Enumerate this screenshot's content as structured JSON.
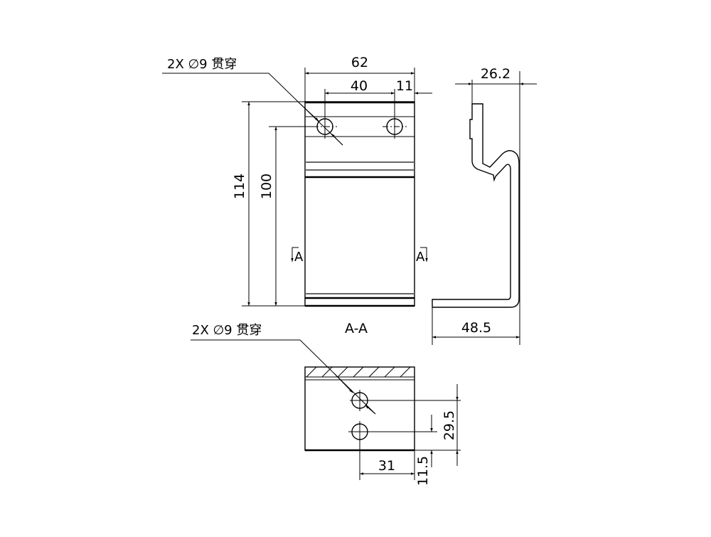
{
  "front_view": {
    "hole_note": "2X ∅9 贯穿",
    "dims": {
      "width_total": "62",
      "hole_spacing": "40",
      "edge_offset": "11",
      "height_total": "114",
      "hole_height": "100"
    },
    "section_marker_left": "A",
    "section_marker_right": "A"
  },
  "side_view": {
    "dims": {
      "top_depth": "26.2",
      "bottom_depth": "48.5"
    }
  },
  "section_view": {
    "title": "A-A",
    "hole_note": "2X ∅9 贯穿",
    "dims": {
      "hole_pitch": "29.5",
      "bottom_offset": "11.5",
      "horizontal_offset": "31"
    }
  }
}
